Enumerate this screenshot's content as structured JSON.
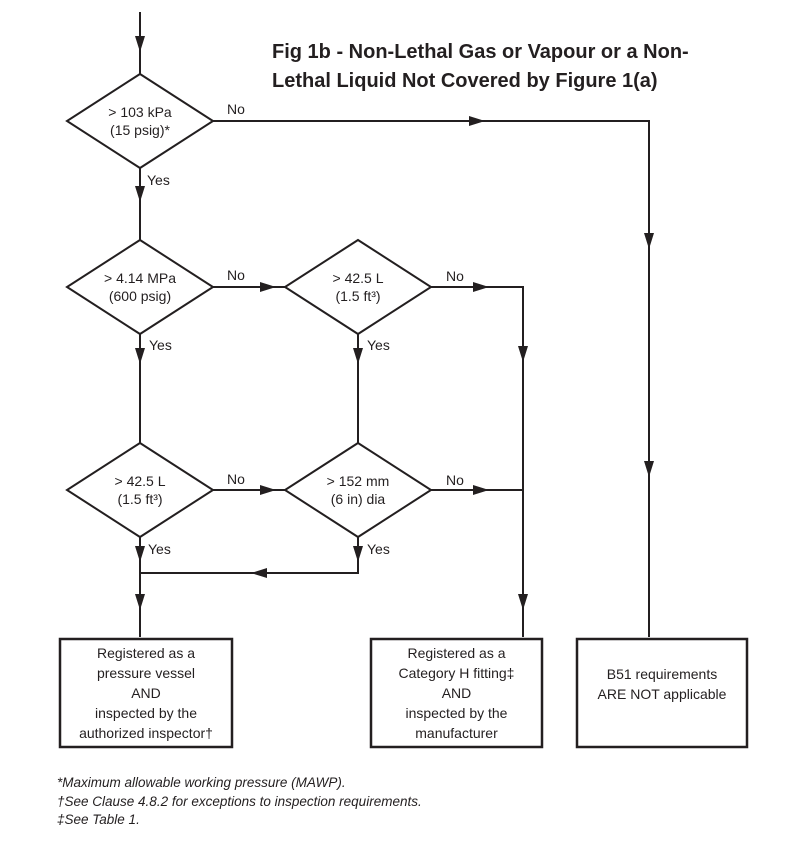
{
  "title": {
    "text": "Fig 1b - Non-Lethal Gas or Vapour or a Non-\nLethal Liquid Not Covered by Figure 1(a)"
  },
  "labels": {
    "yes": "Yes",
    "no": "No"
  },
  "diamonds": [
    {
      "id": "pressure-103-kpa",
      "text": "> 103 kPa\n(15 psig)*"
    },
    {
      "id": "pressure-414-mpa",
      "text": "> 4.14 MPa\n(600 psig)"
    },
    {
      "id": "volume-425-l-upper",
      "text": "> 42.5 L\n(1.5 ft³)"
    },
    {
      "id": "volume-425-l-lower",
      "text": "> 42.5 L\n(1.5 ft³)"
    },
    {
      "id": "diameter-152-mm",
      "text": "> 152 mm\n(6 in) dia"
    }
  ],
  "boxes": [
    {
      "id": "outcome-pressure-vessel",
      "text": "Registered as a\npressure vessel\nAND\ninspected by the\nauthorized inspector†"
    },
    {
      "id": "outcome-category-h-fitting",
      "text": "Registered as a\nCategory H fitting‡\nAND\ninspected by the\nmanufacturer"
    },
    {
      "id": "outcome-b51-not-applicable",
      "text": "B51 requirements\nARE NOT applicable"
    }
  ],
  "footnotes": [
    "*Maximum allowable working pressure (MAWP).",
    "†See Clause 4.8.2 for exceptions to inspection requirements.",
    "‡See Table 1."
  ],
  "colors": {
    "line": "#231f20",
    "text": "#231f20",
    "background": "#ffffff"
  }
}
